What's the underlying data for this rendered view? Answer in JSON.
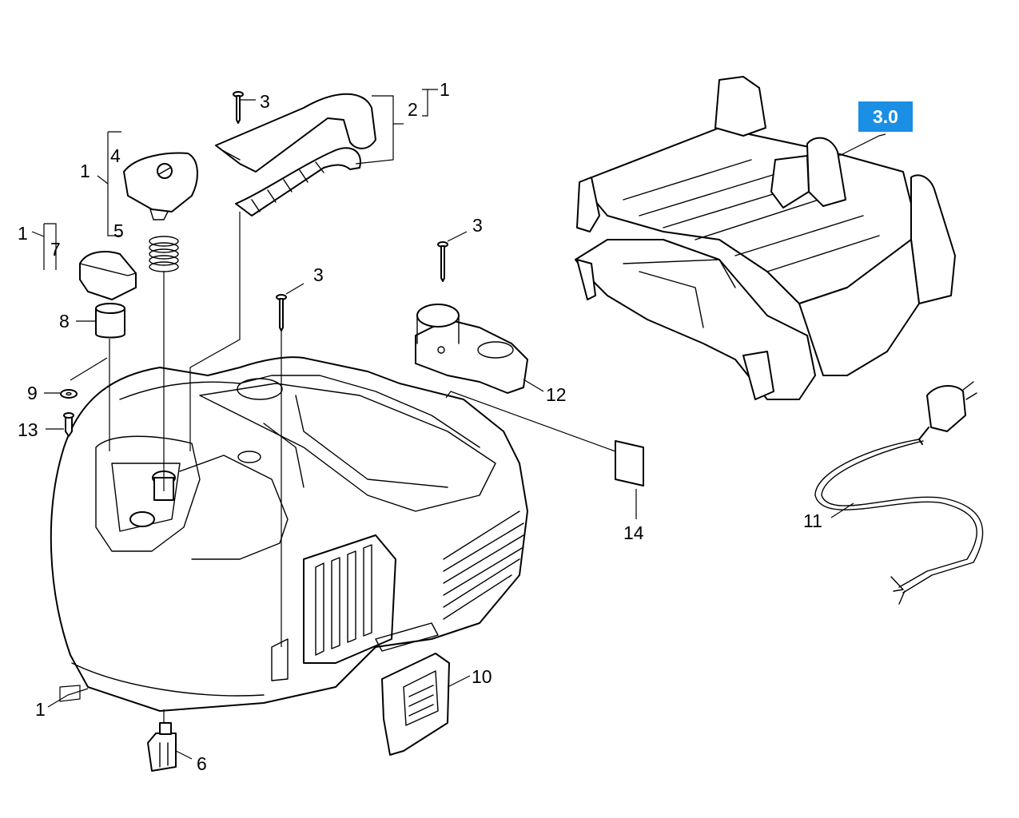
{
  "reference_badge": {
    "label": "3.0",
    "color": "#1a8fe3"
  },
  "callouts": [
    {
      "id": "c1a",
      "label": "1"
    },
    {
      "id": "c2",
      "label": "2"
    },
    {
      "id": "c3a",
      "label": "3"
    },
    {
      "id": "c4",
      "label": "4"
    },
    {
      "id": "c1b",
      "label": "1"
    },
    {
      "id": "c5",
      "label": "5"
    },
    {
      "id": "c1c",
      "label": "1"
    },
    {
      "id": "c7",
      "label": "7"
    },
    {
      "id": "c8",
      "label": "8"
    },
    {
      "id": "c9",
      "label": "9"
    },
    {
      "id": "c13",
      "label": "13"
    },
    {
      "id": "c3b",
      "label": "3"
    },
    {
      "id": "c3c",
      "label": "3"
    },
    {
      "id": "c12",
      "label": "12"
    },
    {
      "id": "c14",
      "label": "14"
    },
    {
      "id": "c11",
      "label": "11"
    },
    {
      "id": "c10",
      "label": "10"
    },
    {
      "id": "c1d",
      "label": "1"
    },
    {
      "id": "c6",
      "label": "6"
    }
  ]
}
